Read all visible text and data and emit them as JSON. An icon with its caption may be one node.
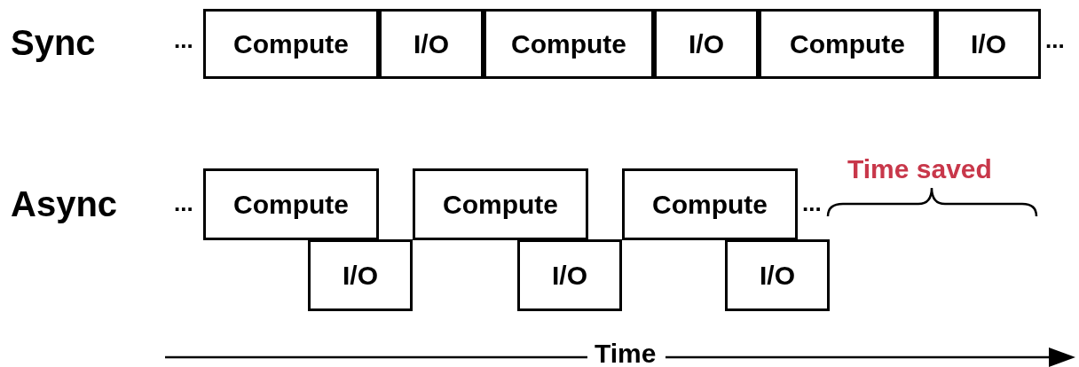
{
  "diagram": {
    "nodes": [
      {
        "text": [
          "Compute"
        ]
      },
      {
        "text": [
          "I/O"
        ]
      },
      {
        "text": [
          "Compute"
        ]
      },
      {
        "text": [
          "I/O"
        ]
      },
      {
        "text": [
          "Compute"
        ]
      },
      {
        "text": [
          "I/O"
        ]
      },
      {
        "text": [
          "Compute"
        ]
      },
      {
        "text": [
          "Compute"
        ]
      },
      {
        "text": [
          "Compute"
        ]
      },
      {
        "text": [
          "I/O"
        ]
      },
      {
        "text": [
          "I/O"
        ]
      },
      {
        "text": [
          "I/O"
        ]
      }
    ],
    "labels": [
      "Sync",
      "...",
      "...",
      "Time saved",
      "Async",
      "...",
      "...",
      "Time"
    ]
  }
}
